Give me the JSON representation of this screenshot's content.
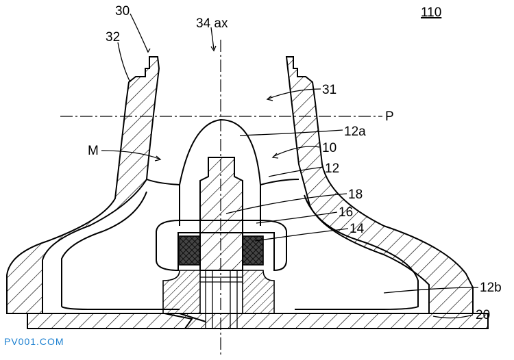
{
  "figure_number": "110",
  "labels": {
    "l30": "30",
    "l32": "32",
    "l34ax": "34 ax",
    "l31": "31",
    "lP": "P",
    "l12a": "12a",
    "lM": "M",
    "l10": "10",
    "l12": "12",
    "l18": "18",
    "l16": "16",
    "l14": "14",
    "l12b": "12b",
    "l20": "20"
  },
  "watermark": "PV001.COM",
  "colors": {
    "ink": "#000000",
    "watermark": "#1a7fd0",
    "background": "#ffffff"
  }
}
